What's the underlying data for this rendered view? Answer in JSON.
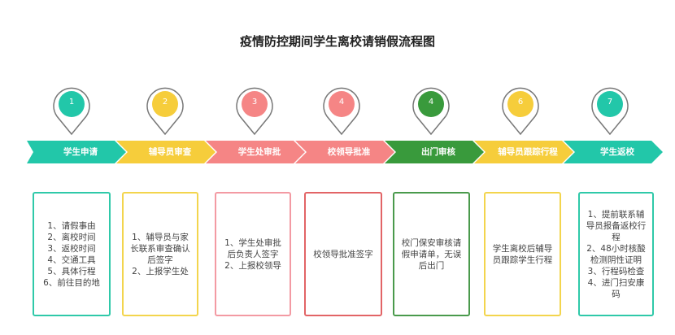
{
  "title": "疫情防控期间学生离校请销假流程图",
  "steps": [
    {
      "num": "1",
      "label": "学生申请",
      "color": "#22c7a9",
      "lines": [
        "1、请假事由",
        "2、离校时间",
        "3、返校时间",
        "4、交通工具",
        "5、具体行程",
        "6、前往目的地"
      ]
    },
    {
      "num": "2",
      "label": "辅导员审查",
      "color": "#f6cd3b",
      "lines": [
        "1、辅导员与家长联系审查确认后签字",
        "2、上报学生处"
      ]
    },
    {
      "num": "3",
      "label": "学生处审批",
      "color": "#f58585",
      "lines": [
        "1、学生处审批后负责人签字",
        "2、上报校领导"
      ]
    },
    {
      "num": "4",
      "label": "校领导批准",
      "color": "#f58585",
      "lines": [
        "校领导批准签字"
      ]
    },
    {
      "num": "4",
      "label": "出门审核",
      "color": "#399a3c",
      "lines": [
        "校门保安审核请假申请单，无误后出门"
      ]
    },
    {
      "num": "6",
      "label": "辅导员跟踪行程",
      "color": "#f6cd3b",
      "lines": [
        "学生离校后辅导员跟踪学生行程"
      ]
    },
    {
      "num": "7",
      "label": "学生返校",
      "color": "#22c7a9",
      "lines": [
        "1、提前联系辅导员报备返校行程",
        "2、48小时核酸检测阴性证明",
        "3、行程码检查",
        "4、进门扫安康码"
      ]
    }
  ]
}
